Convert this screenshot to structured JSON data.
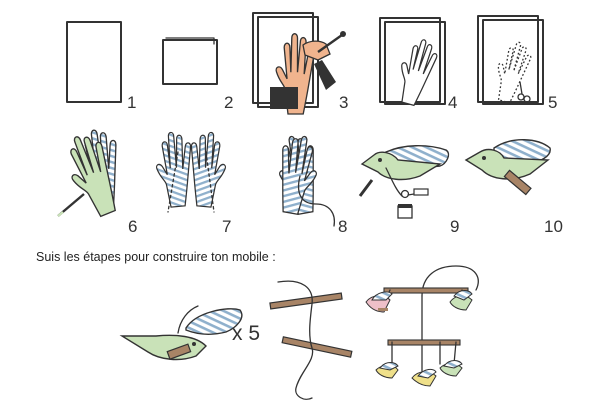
{
  "steps": [
    "1",
    "2",
    "3",
    "4",
    "5",
    "6",
    "7",
    "8",
    "9",
    "10"
  ],
  "caption": "Suis les étapes pour construire ton mobile :",
  "multiplier": "x 5",
  "colors": {
    "outline": "#333333",
    "paper_green": "#c9e2b8",
    "stripe_blue": "#8fb0cc",
    "skin": "#f0b48e",
    "wood": "#a88466",
    "pink_bird": "#eebfc8",
    "yellow_bird": "#efe08a"
  }
}
